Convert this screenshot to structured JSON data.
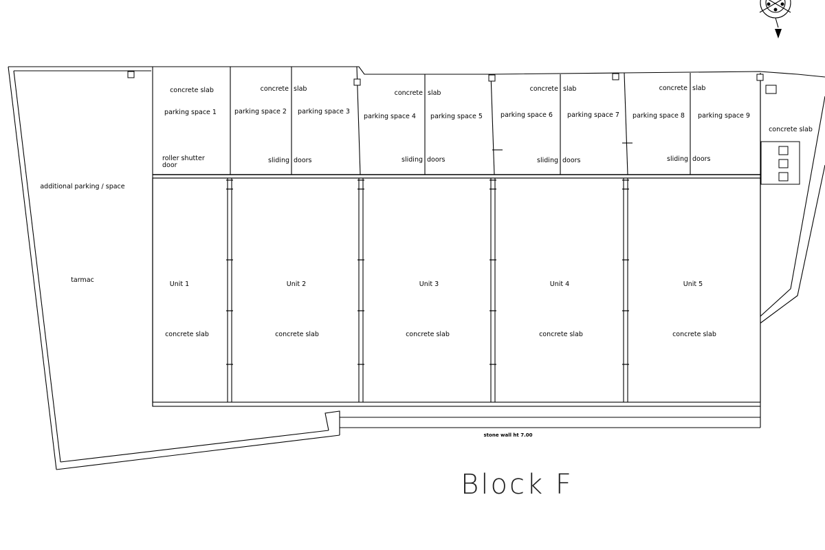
{
  "title": "Block F",
  "site": {
    "additional_parking": "additional parking / space",
    "tarmac": "tarmac",
    "stone_wall": "stone wall ht 7.00",
    "right_slab": "concrete slab"
  },
  "front_labels": {
    "slab": [
      "concrete slab",
      "concrete",
      "slab",
      "concrete",
      "slab",
      "concrete",
      "slab",
      "concrete",
      "slab"
    ],
    "parking": [
      "parking space 1",
      "parking space 2",
      "parking space 3",
      "parking space 4",
      "parking space 5",
      "parking space 6",
      "parking space 7",
      "parking space 8",
      "parking space 9"
    ],
    "doors": [
      "roller shutter",
      "door",
      "sliding",
      "doors",
      "sliding",
      "doors",
      "sliding",
      "doors",
      "sliding",
      "doors"
    ]
  },
  "units": [
    {
      "name": "Unit 1",
      "floor": "concrete slab"
    },
    {
      "name": "Unit 2",
      "floor": "concrete slab"
    },
    {
      "name": "Unit 3",
      "floor": "concrete slab"
    },
    {
      "name": "Unit 4",
      "floor": "concrete slab"
    },
    {
      "name": "Unit 5",
      "floor": "concrete slab"
    }
  ]
}
